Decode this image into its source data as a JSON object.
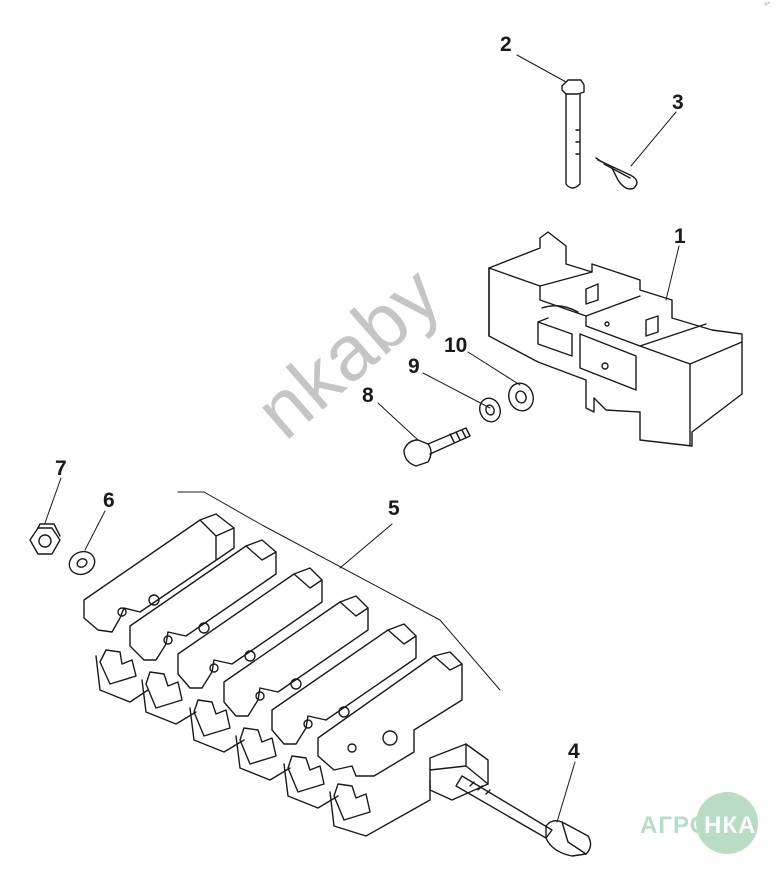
{
  "diagram": {
    "callouts": {
      "c1": "1",
      "c2": "2",
      "c3": "3",
      "c4": "4",
      "c5": "5",
      "c6": "6",
      "c7": "7",
      "c8": "8",
      "c9": "9",
      "c10": "10"
    },
    "watermark": "nkaby",
    "corner_mark": "#*",
    "logo": {
      "part_a": "АГРО",
      "part_b": "НКА"
    }
  },
  "colors": {
    "line": "#1a1a1a",
    "watermark": "#969696",
    "logo": "#b9dcc4"
  }
}
